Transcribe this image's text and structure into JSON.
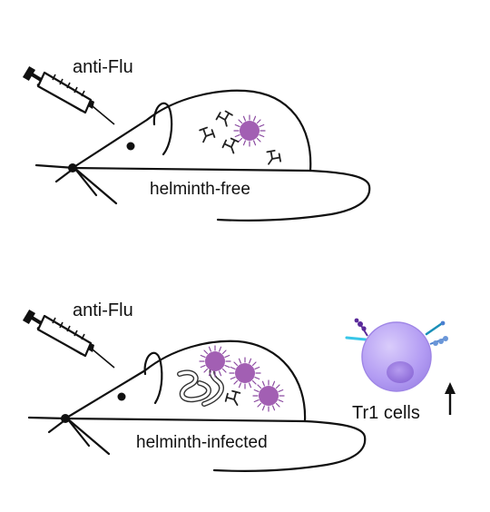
{
  "top_panel": {
    "syringe_label": "anti-Flu",
    "mouse_label": "helminth-free"
  },
  "bottom_panel": {
    "syringe_label": "anti-Flu",
    "mouse_label": "helminth-infected",
    "cell_label": "Tr1 cells"
  },
  "colors": {
    "virus": "#a25fb3",
    "virus_spike": "#8a4aa0",
    "cell_body": "#b39cf3",
    "cell_nucleus": "#8e6ed8",
    "antibody": "#222222",
    "receptor_cyan": "#38c6e8",
    "receptor_purple": "#5a2a9a",
    "receptor_blue": "#4a7fd0",
    "outline": "#111111"
  },
  "icons": [
    "syringe-icon",
    "antibody-icon",
    "virus-icon",
    "helminth-worm-icon",
    "tr1-cell-icon",
    "up-arrow-icon"
  ]
}
